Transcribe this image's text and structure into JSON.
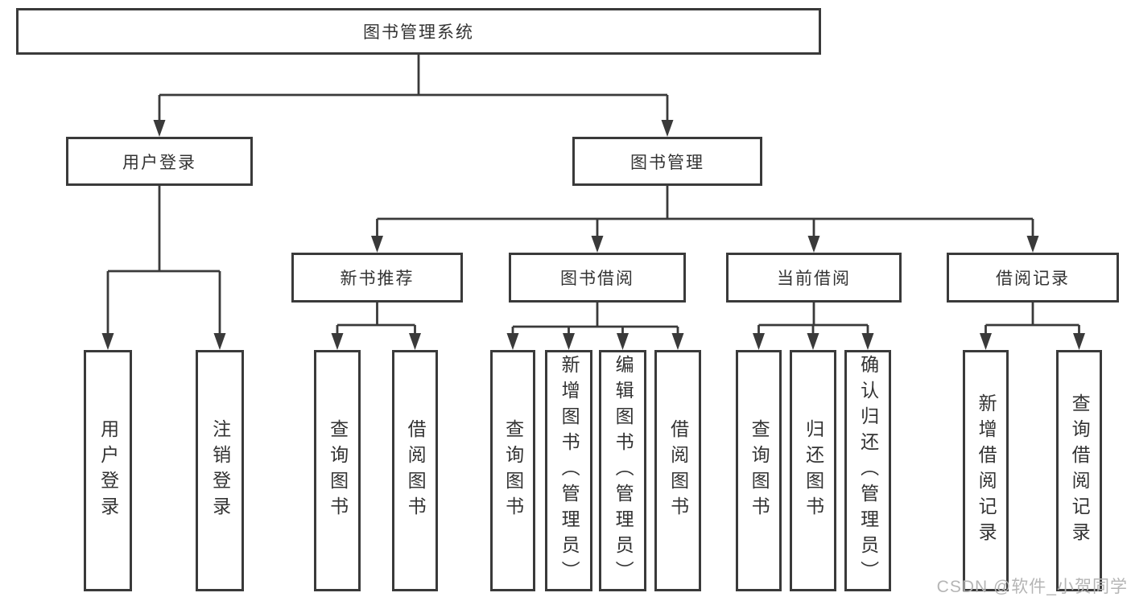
{
  "page": {
    "background": "#ffffff"
  },
  "diagram": {
    "type": "hierarchy-tree",
    "line_color": "#3a3a3a",
    "text_color": "#333333",
    "nodes": {
      "root": {
        "label": "图书管理系统"
      },
      "user_login": {
        "label": "用户登录"
      },
      "book_mgmt": {
        "label": "图书管理"
      },
      "new_book_rec": {
        "label": "新书推荐"
      },
      "book_borrow": {
        "label": "图书借阅"
      },
      "current_borrow": {
        "label": "当前借阅"
      },
      "borrow_record": {
        "label": "借阅记录"
      },
      "leaf_user_login": {
        "label": "用户登录"
      },
      "leaf_logout": {
        "label": "注销登录"
      },
      "leaf_nbr_query": {
        "label": "查询图书"
      },
      "leaf_nbr_borrow": {
        "label": "借阅图书"
      },
      "leaf_bb_query": {
        "label": "查询图书"
      },
      "leaf_bb_add": {
        "label": "新增图书（管理员）"
      },
      "leaf_bb_edit": {
        "label": "编辑图书（管理员）"
      },
      "leaf_bb_borrow": {
        "label": "借阅图书"
      },
      "leaf_cb_query": {
        "label": "查询图书"
      },
      "leaf_cb_return": {
        "label": "归还图书"
      },
      "leaf_cb_confirm": {
        "label": "确认归还（管理员）"
      },
      "leaf_br_add": {
        "label": "新增借阅记录"
      },
      "leaf_br_query": {
        "label": "查询借阅记录"
      }
    },
    "edges": [
      {
        "parent": "root",
        "children": [
          "user_login",
          "book_mgmt"
        ]
      },
      {
        "parent": "user_login",
        "children": [
          "leaf_user_login",
          "leaf_logout"
        ]
      },
      {
        "parent": "book_mgmt",
        "children": [
          "new_book_rec",
          "book_borrow",
          "current_borrow",
          "borrow_record"
        ]
      },
      {
        "parent": "new_book_rec",
        "children": [
          "leaf_nbr_query",
          "leaf_nbr_borrow"
        ]
      },
      {
        "parent": "book_borrow",
        "children": [
          "leaf_bb_query",
          "leaf_bb_add",
          "leaf_bb_edit",
          "leaf_bb_borrow"
        ]
      },
      {
        "parent": "current_borrow",
        "children": [
          "leaf_cb_query",
          "leaf_cb_return",
          "leaf_cb_confirm"
        ]
      },
      {
        "parent": "borrow_record",
        "children": [
          "leaf_br_add",
          "leaf_br_query"
        ]
      }
    ]
  },
  "watermark": {
    "text": "CSDN @软件_小贺同学",
    "color": "#b5b5b5"
  }
}
